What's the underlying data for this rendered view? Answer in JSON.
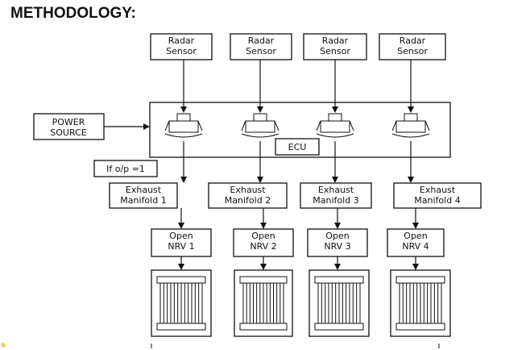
{
  "title": "METHODOLOGY:",
  "power_source": [
    "POWER",
    "SOURCE"
  ],
  "ecu_label": "ECU",
  "condition_label": "If o/p =1",
  "columns": [
    {
      "sensor": [
        "Radar",
        "Sensor"
      ],
      "manifold": [
        "Exhaust",
        "Manifold 1"
      ],
      "nrv": [
        "Open",
        "NRV 1"
      ]
    },
    {
      "sensor": [
        "Radar",
        "Sensor"
      ],
      "manifold": [
        "Exhaust",
        "Manifold 2"
      ],
      "nrv": [
        "Open",
        "NRV 2"
      ]
    },
    {
      "sensor": [
        "Radar",
        "Sensor"
      ],
      "manifold": [
        "Exhaust",
        "Manifold 3"
      ],
      "nrv": [
        "Open",
        "NRV 3"
      ]
    },
    {
      "sensor": [
        "Radar",
        "Sensor"
      ],
      "manifold": [
        "Exhaust",
        "Manifold 4"
      ],
      "nrv": [
        "Open",
        "NRV 4"
      ]
    }
  ]
}
